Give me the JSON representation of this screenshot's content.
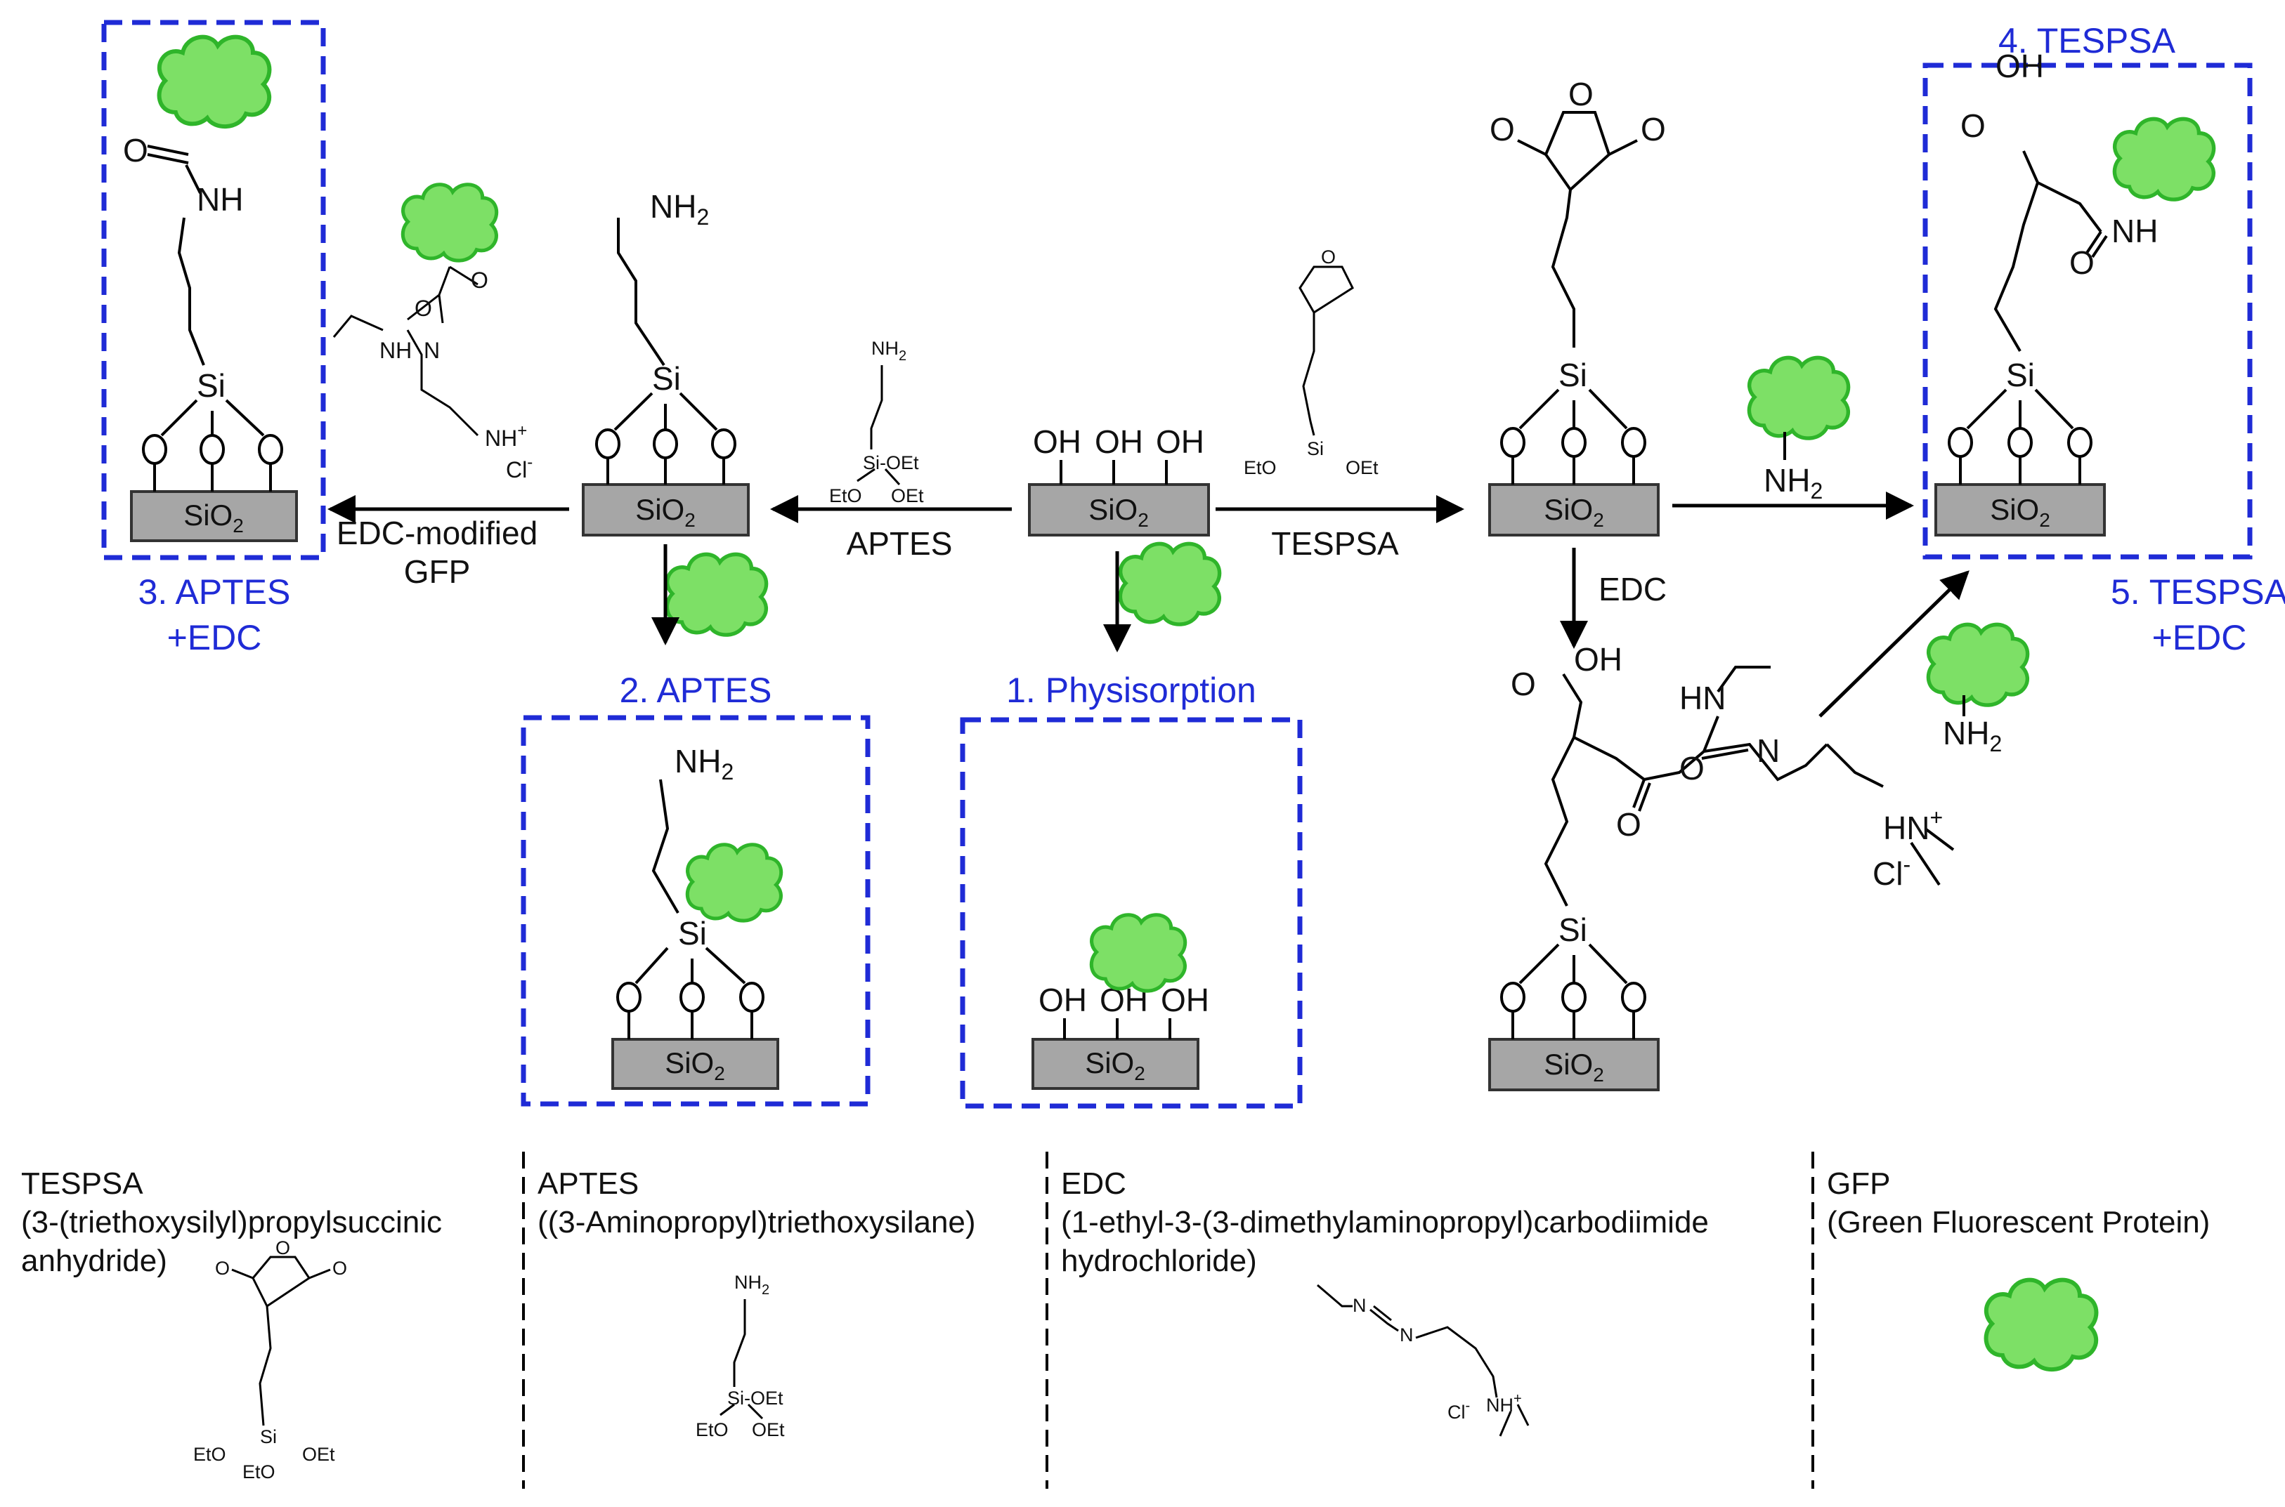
{
  "surface": {
    "base": "SiO",
    "sub": "2"
  },
  "groups": {
    "oh": "OH",
    "o": "O",
    "si": "Si",
    "nh": "NH",
    "nh2": "NH",
    "two": "2",
    "oet": "OEt",
    "eto": "EtO",
    "si_oet": "Si-OEt",
    "hn": "HN",
    "n": "N",
    "cl": "Cl",
    "minus": "-",
    "plus": "+"
  },
  "reagents": {
    "aptes": "APTES",
    "tespsa": "TESPSA",
    "edc": "EDC",
    "edc_gfp_1": "EDC-modified",
    "edc_gfp_2": "GFP"
  },
  "outcomes": {
    "o1": "1. Physisorption",
    "o2": "2. APTES",
    "o3a": "3. APTES",
    "o3b": "+EDC",
    "o4": "4. TESPSA",
    "o5a": "5. TESPSA",
    "o5b": "+EDC"
  },
  "legend": {
    "tespsa": {
      "name": "TESPSA",
      "line1": "(3-(triethoxysilyl)propylsuccinic",
      "line2": "anhydride)"
    },
    "aptes": {
      "name": "APTES",
      "line1": "((3-Aminopropyl)triethoxysilane)"
    },
    "edc": {
      "name": "EDC",
      "line1": "(1-ethyl-3-(3-dimethylaminopropyl)carbodiimide",
      "line2": "hydrochloride)"
    },
    "gfp": {
      "name": "GFP",
      "line1": "(Green Fluorescent Protein)"
    }
  },
  "colors": {
    "accent_blue": "#1f2bd6",
    "gfp_fill": "#7de066",
    "gfp_stroke": "#2fb52a",
    "surface_fill": "#a6a6a6"
  }
}
